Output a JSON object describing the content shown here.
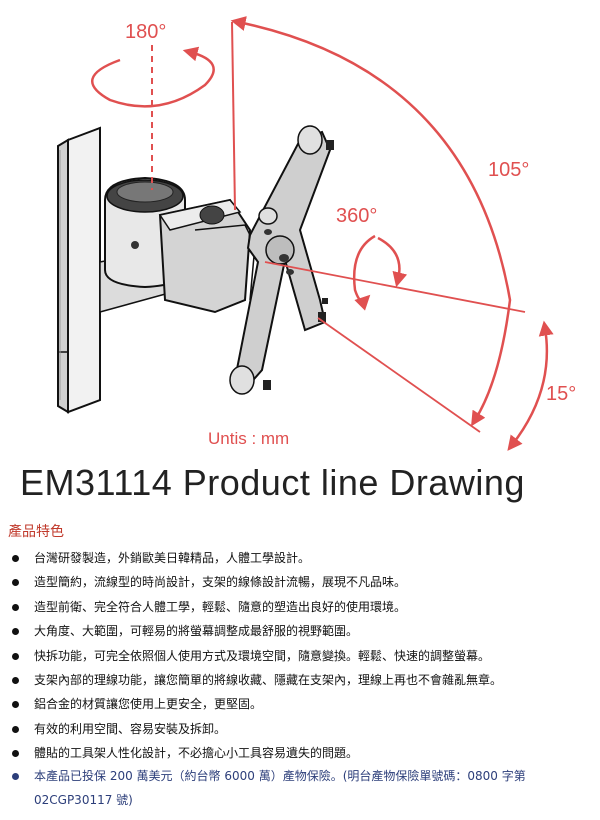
{
  "diagram": {
    "angles": {
      "swivel": "180°",
      "tilt_up": "105°",
      "rotate": "360°",
      "tilt_down": "15°"
    },
    "units": "Untis : mm",
    "title": "EM31114 Product  line Drawing"
  },
  "features": {
    "heading": "產品特色",
    "items": [
      "台灣研發製造，外銷歐美日韓精品，人體工學設計。",
      "造型簡約，流線型的時尚設計，支架的線條設計流暢，展現不凡品味。",
      "造型前衛、完全符合人體工學，輕鬆、隨意的塑造出良好的使用環境。",
      "大角度、大範圍，可輕易的將螢幕調整成最舒服的視野範圍。",
      "快拆功能，可完全依照個人使用方式及環境空間，隨意變換。輕鬆、快速的調整螢幕。",
      "支架內部的理線功能，讓您簡單的將線收藏、隱藏在支架內，理線上再也不會雜亂無章。",
      "鋁合金的材質讓您使用上更安全，更堅固。",
      "有效的利用空間、容易安裝及拆卸。",
      "體貼的工具架人性化設計，不必擔心小工具容易遺失的問題。"
    ],
    "insurance": "本產品已投保 200 萬美元（約台幣 6000 萬）產物保險。(明台產物保險單號碼：0800 字第 02CGP30117 號)"
  },
  "colors": {
    "accent_red": "#e05050",
    "heading_red": "#c0392b",
    "insurance_blue": "#2c3e7a"
  }
}
